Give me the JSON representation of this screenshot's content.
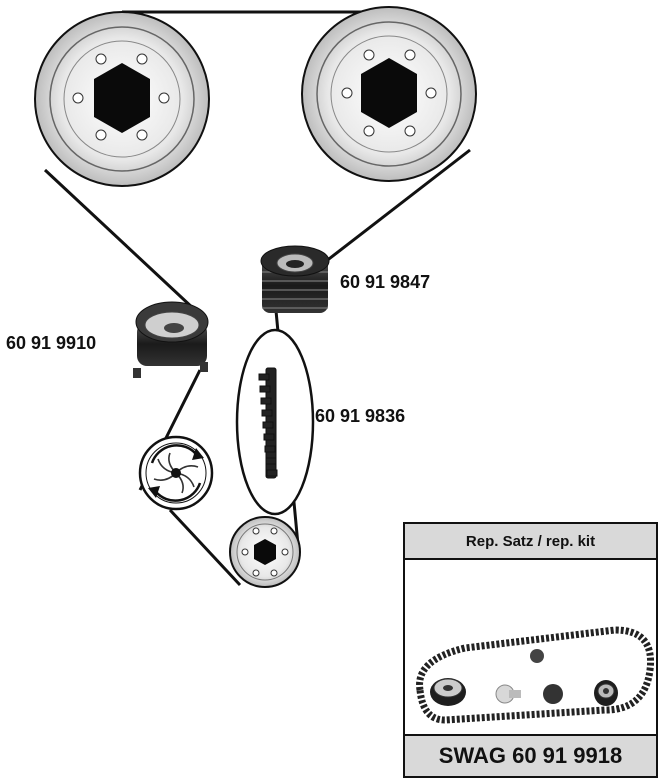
{
  "labels": {
    "tensioner": "60 91 9910",
    "idler": "60 91 9847",
    "belt": "60 91 9836"
  },
  "kit": {
    "header": "Rep. Satz / rep. kit",
    "footer": "SWAG 60 91 9918"
  }
}
